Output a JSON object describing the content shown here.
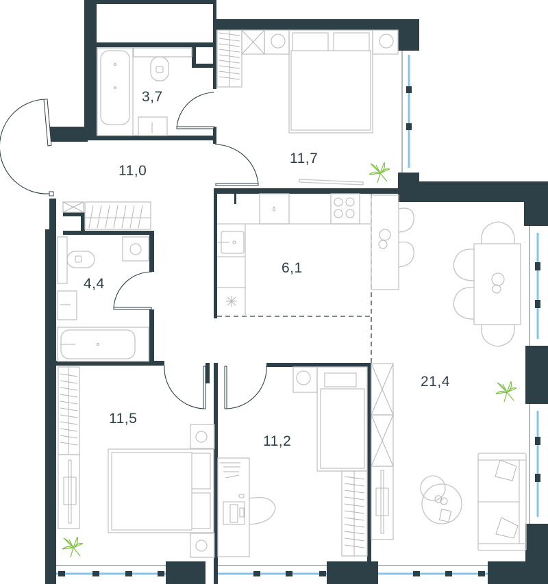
{
  "plan": {
    "colors": {
      "wall": "#2e4047",
      "furniture": "#c4c4c4",
      "window": "#86c5ea",
      "plant": "#7cc242",
      "label": "#2e4047"
    },
    "rooms": [
      {
        "id": "bathroom-top",
        "area": "3,7"
      },
      {
        "id": "hallway",
        "area": "11,0"
      },
      {
        "id": "bedroom-top",
        "area": "11,7"
      },
      {
        "id": "bathroom-left",
        "area": "4,4"
      },
      {
        "id": "kitchen",
        "area": "6,1"
      },
      {
        "id": "living-room",
        "area": "21,4"
      },
      {
        "id": "bedroom-bottom-left",
        "area": "11,5"
      },
      {
        "id": "bedroom-bottom-middle",
        "area": "11,2"
      }
    ]
  }
}
